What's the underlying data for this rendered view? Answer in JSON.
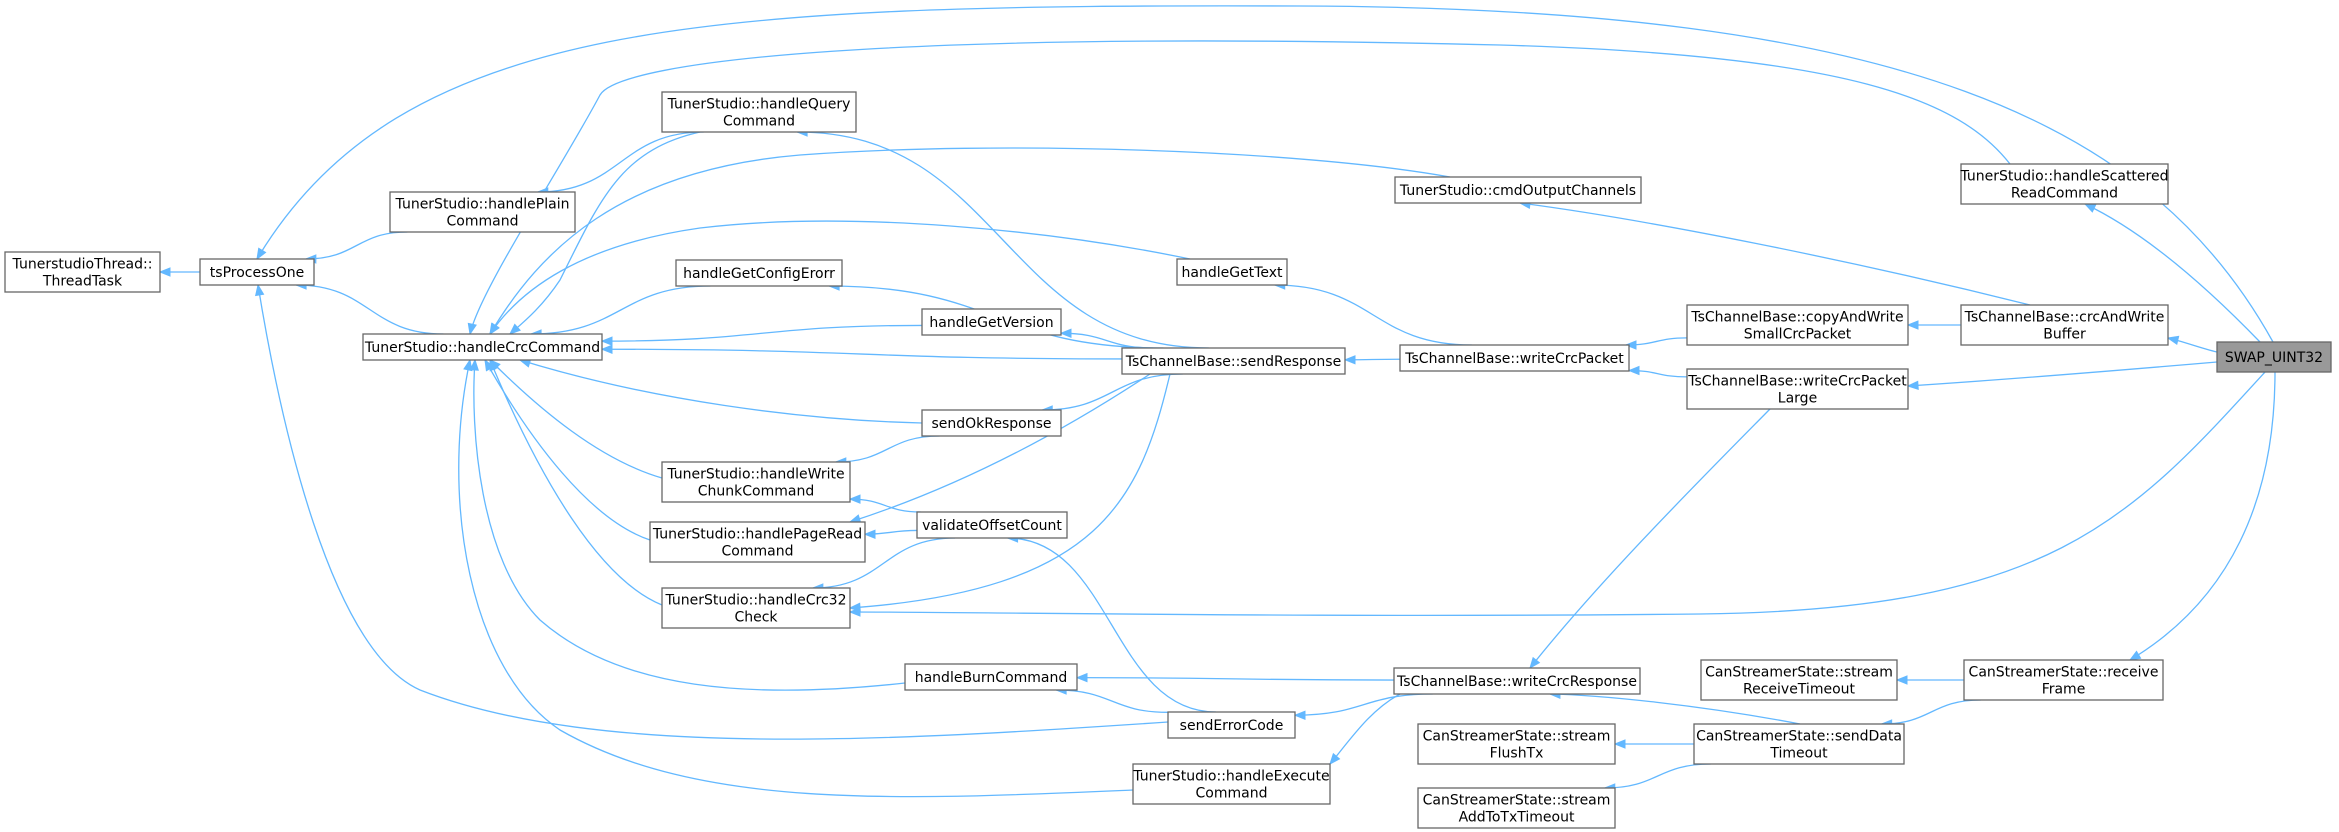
{
  "nodes": [
    {
      "id": "swap",
      "lines": [
        "SWAP_UINT32"
      ],
      "root": true
    },
    {
      "id": "tsthread",
      "lines": [
        "TunerstudioThread::",
        "ThreadTask"
      ]
    },
    {
      "id": "tsprocess",
      "lines": [
        "tsProcessOne"
      ]
    },
    {
      "id": "hplain",
      "lines": [
        "TunerStudio::handlePlain",
        "Command"
      ]
    },
    {
      "id": "hcrccmd",
      "lines": [
        "TunerStudio::handleCrcCommand"
      ]
    },
    {
      "id": "hquery",
      "lines": [
        "TunerStudio::handleQuery",
        "Command"
      ]
    },
    {
      "id": "hcfgerr",
      "lines": [
        "handleGetConfigErorr"
      ]
    },
    {
      "id": "hver",
      "lines": [
        "handleGetVersion"
      ]
    },
    {
      "id": "sendok",
      "lines": [
        "sendOkResponse"
      ]
    },
    {
      "id": "hwrite",
      "lines": [
        "TunerStudio::handleWrite",
        "ChunkCommand"
      ]
    },
    {
      "id": "hpage",
      "lines": [
        "TunerStudio::handlePageRead",
        "Command"
      ]
    },
    {
      "id": "hcrc32",
      "lines": [
        "TunerStudio::handleCrc32",
        "Check"
      ]
    },
    {
      "id": "validate",
      "lines": [
        "validateOffsetCount"
      ]
    },
    {
      "id": "hburn",
      "lines": [
        "handleBurnCommand"
      ]
    },
    {
      "id": "senderr",
      "lines": [
        "sendErrorCode"
      ]
    },
    {
      "id": "hexec",
      "lines": [
        "TunerStudio::handleExecute",
        "Command"
      ]
    },
    {
      "id": "cmdout",
      "lines": [
        "TunerStudio::cmdOutputChannels"
      ]
    },
    {
      "id": "hgettext",
      "lines": [
        "handleGetText"
      ]
    },
    {
      "id": "sendresp",
      "lines": [
        "TsChannelBase::sendResponse"
      ]
    },
    {
      "id": "wcrcpkt",
      "lines": [
        "TsChannelBase::writeCrcPacket"
      ]
    },
    {
      "id": "wcrcresp",
      "lines": [
        "TsChannelBase::writeCrcResponse"
      ]
    },
    {
      "id": "copysmall",
      "lines": [
        "TsChannelBase::copyAndWrite",
        "SmallCrcPacket"
      ]
    },
    {
      "id": "wpktlarge",
      "lines": [
        "TsChannelBase::writeCrcPacket",
        "Large"
      ]
    },
    {
      "id": "crcbuf",
      "lines": [
        "TsChannelBase::crcAndWrite",
        "Buffer"
      ]
    },
    {
      "id": "hscatter",
      "lines": [
        "TunerStudio::handleScattered",
        "ReadCommand"
      ]
    },
    {
      "id": "csflush",
      "lines": [
        "CanStreamerState::stream",
        "FlushTx"
      ]
    },
    {
      "id": "csaddto",
      "lines": [
        "CanStreamerState::stream",
        "AddToTxTimeout"
      ]
    },
    {
      "id": "cssend",
      "lines": [
        "CanStreamerState::sendData",
        "Timeout"
      ]
    },
    {
      "id": "csrecvto",
      "lines": [
        "CanStreamerState::stream",
        "ReceiveTimeout"
      ]
    },
    {
      "id": "csrecv",
      "lines": [
        "CanStreamerState::receive",
        "Frame"
      ]
    }
  ],
  "edges": [
    [
      "tsprocess",
      "tsthread"
    ],
    [
      "hplain",
      "tsprocess"
    ],
    [
      "hcrccmd",
      "tsprocess"
    ],
    [
      "hquery",
      "hplain"
    ],
    [
      "hquery",
      "hcrccmd"
    ],
    [
      "hcfgerr",
      "hcrccmd"
    ],
    [
      "hver",
      "hcrccmd"
    ],
    [
      "sendok",
      "hcrccmd"
    ],
    [
      "hwrite",
      "hcrccmd"
    ],
    [
      "hpage",
      "hcrccmd"
    ],
    [
      "hcrc32",
      "hcrccmd"
    ],
    [
      "hburn",
      "hcrccmd"
    ],
    [
      "hexec",
      "hcrccmd"
    ],
    [
      "hgettext",
      "hcrccmd"
    ],
    [
      "cmdout",
      "hcrccmd"
    ],
    [
      "hscatter",
      "hcrccmd"
    ],
    [
      "senderr",
      "tsprocess"
    ],
    [
      "sendok",
      "hwrite"
    ],
    [
      "validate",
      "hwrite"
    ],
    [
      "validate",
      "hpage"
    ],
    [
      "validate",
      "hcrc32"
    ],
    [
      "senderr",
      "validate"
    ],
    [
      "senderr",
      "hburn"
    ],
    [
      "sendresp",
      "hquery"
    ],
    [
      "sendresp",
      "hcfgerr"
    ],
    [
      "sendresp",
      "hver"
    ],
    [
      "sendresp",
      "sendok"
    ],
    [
      "sendresp",
      "hpage"
    ],
    [
      "sendresp",
      "hcrc32"
    ],
    [
      "sendresp",
      "hcrccmd"
    ],
    [
      "wcrcresp",
      "hburn"
    ],
    [
      "wcrcresp",
      "senderr"
    ],
    [
      "wcrcresp",
      "hexec"
    ],
    [
      "wcrcpkt",
      "sendresp"
    ],
    [
      "wcrcpkt",
      "hgettext"
    ],
    [
      "copysmall",
      "wcrcpkt"
    ],
    [
      "wpktlarge",
      "wcrcpkt"
    ],
    [
      "wpktlarge",
      "wcrcresp"
    ],
    [
      "crcbuf",
      "copysmall"
    ],
    [
      "crcbuf",
      "cmdout"
    ],
    [
      "cssend",
      "csflush"
    ],
    [
      "cssend",
      "csaddto"
    ],
    [
      "cssend",
      "wcrcresp"
    ],
    [
      "csrecv",
      "csrecvto"
    ],
    [
      "csrecv",
      "cssend"
    ],
    [
      "swap",
      "tsprocess"
    ],
    [
      "swap",
      "hscatter"
    ],
    [
      "swap",
      "crcbuf"
    ],
    [
      "swap",
      "wpktlarge"
    ],
    [
      "swap",
      "hcrc32"
    ],
    [
      "swap",
      "csrecv"
    ]
  ]
}
